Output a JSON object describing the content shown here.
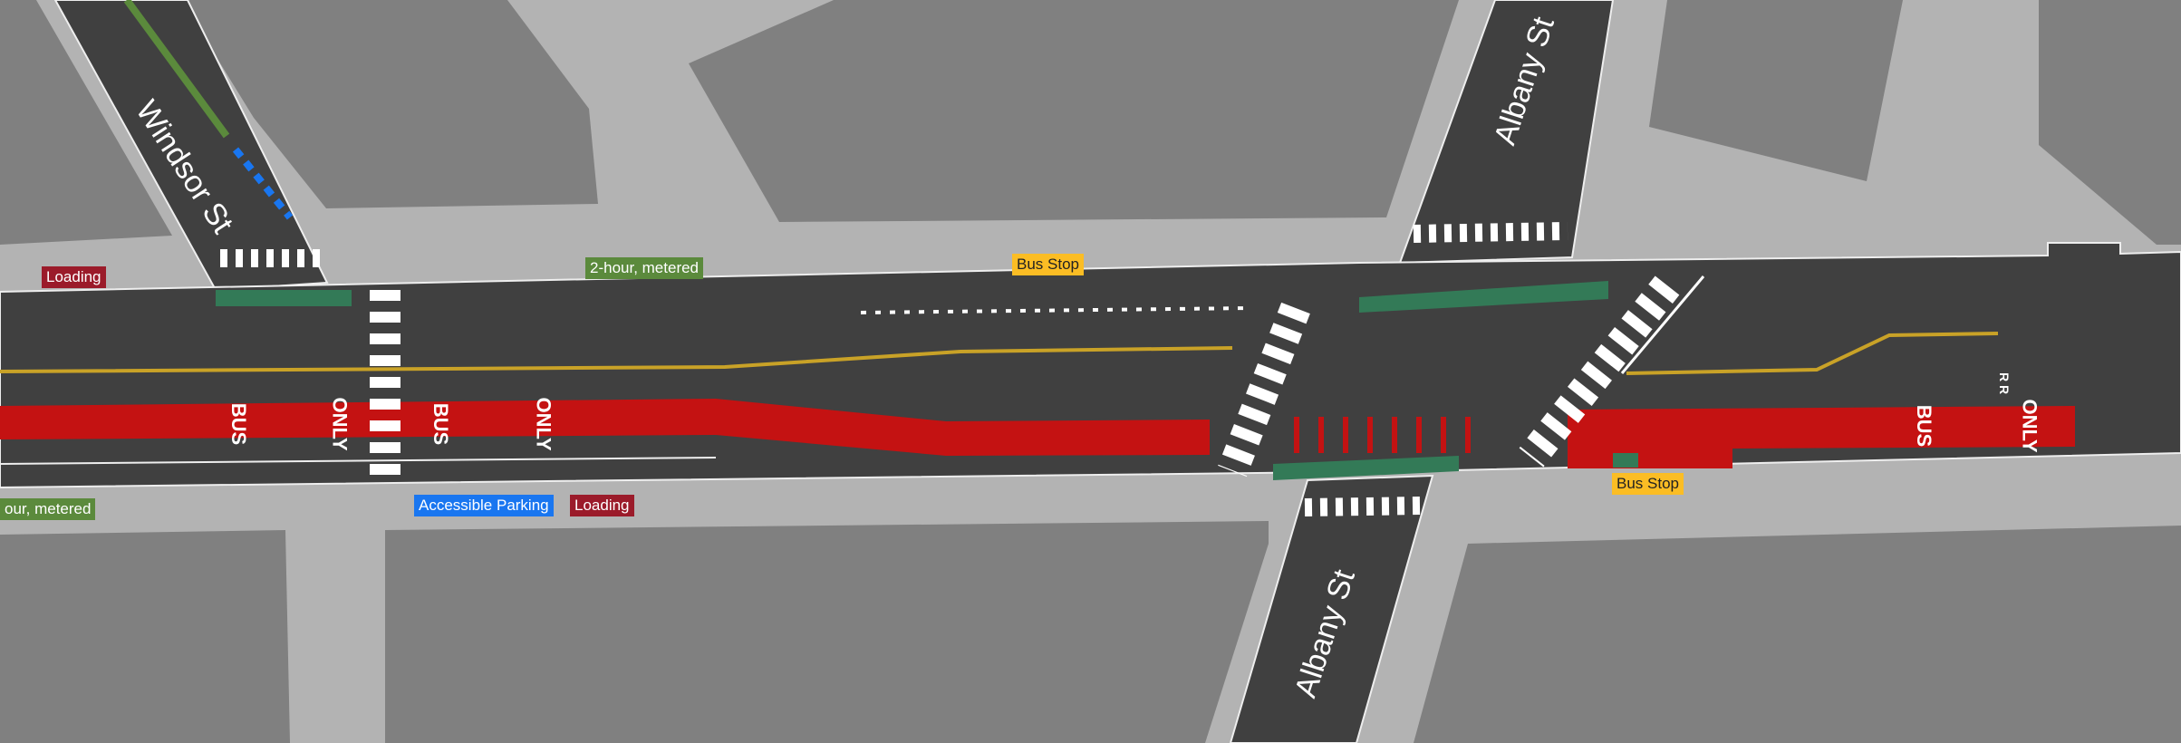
{
  "streets": {
    "windsor": "Windsor St",
    "albany_north": "Albany St",
    "albany_south": "Albany St"
  },
  "labels": {
    "loading_nw": "Loading",
    "metered_north": "2-hour, metered",
    "bus_stop_north": "Bus Stop",
    "metered_south": "our, metered",
    "accessible_parking": "Accessible Parking",
    "loading_south": "Loading",
    "bus_stop_south": "Bus Stop"
  },
  "lane_markings": {
    "bus": "BUS",
    "only": "ONLY",
    "rr": "R R"
  },
  "colors": {
    "road": "#404040",
    "sidewalk": "#b3b3b3",
    "building": "#808080",
    "bus_lane": "#c41212",
    "bike_lane": "#337a57",
    "center_line": "#c9a227"
  }
}
